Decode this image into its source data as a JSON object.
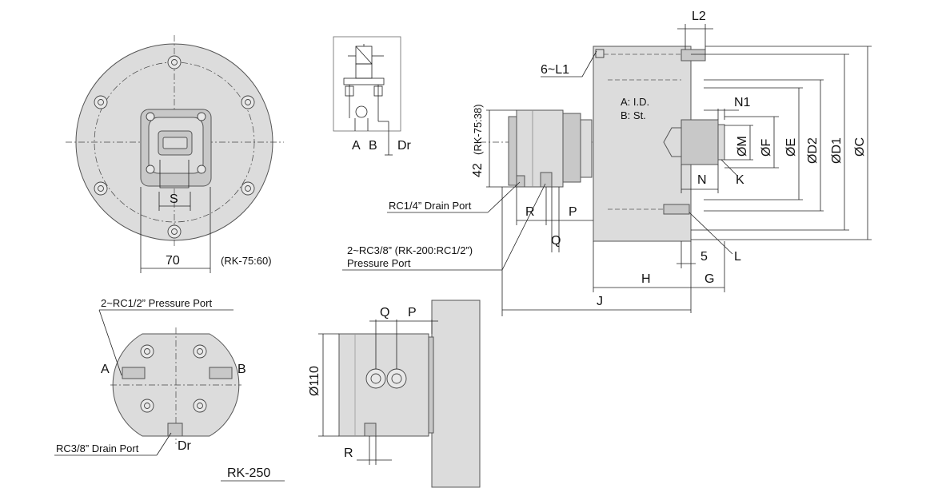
{
  "labels": {
    "dim_s": "S",
    "dim_70": "70",
    "rk75_60": "(RK-75:60)",
    "pressure_port_top": "2~RC1/2” Pressure Port",
    "port_a": "A",
    "port_b": "B",
    "drain_port_bottom": "RC3/8” Drain Port",
    "port_dr": "Dr",
    "model": "RK-250",
    "circuit_a": "A",
    "circuit_b": "B",
    "circuit_dr": "Dr",
    "dim_42": "42",
    "rk75_38": "(RK-75:38)",
    "drain_port_side": "RC1/4” Drain Port",
    "dim_r": "R",
    "dim_p": "P",
    "dim_q": "Q",
    "pressure_port_side_1": "2~RC3/8”  (RK-200:RC1/2”)",
    "pressure_port_side_2": "Pressure Port",
    "six_l1": "6~L1",
    "legend_a": "A: I.D.",
    "legend_b": "B: St.",
    "dim_l2": "L2",
    "dim_n1": "N1",
    "dim_n": "N",
    "dim_k": "K",
    "dim_l": "L",
    "dim_5": "5",
    "dim_h": "H",
    "dim_g": "G",
    "dim_j": "J",
    "dia_m": "ØM",
    "dia_f": "ØF",
    "dia_e": "ØE",
    "dia_d2": "ØD2",
    "dia_d1": "ØD1",
    "dia_c": "ØC",
    "bottom_q": "Q",
    "bottom_p": "P",
    "bottom_dia110": "Ø110",
    "bottom_r": "R"
  }
}
